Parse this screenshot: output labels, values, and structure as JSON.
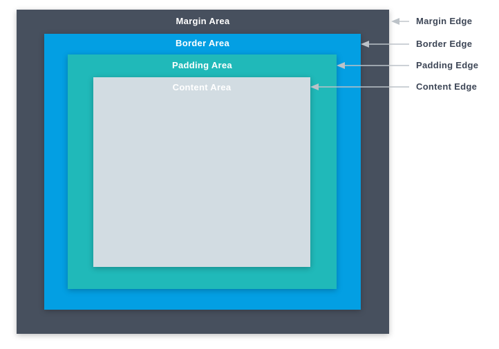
{
  "colors": {
    "margin": "#47505e",
    "border": "#039fe3",
    "padding": "#20b9b9",
    "content": "#d2dce2",
    "label_light": "#ffffff",
    "edge_text": "#3d4656",
    "arrow": "#bcc2c8"
  },
  "areas": {
    "margin": "Margin Area",
    "border": "Border Area",
    "padding": "Padding Area",
    "content": "Content Area"
  },
  "edges": {
    "margin": "Margin Edge",
    "border": "Border Edge",
    "padding": "Padding Edge",
    "content": "Content Edge"
  }
}
